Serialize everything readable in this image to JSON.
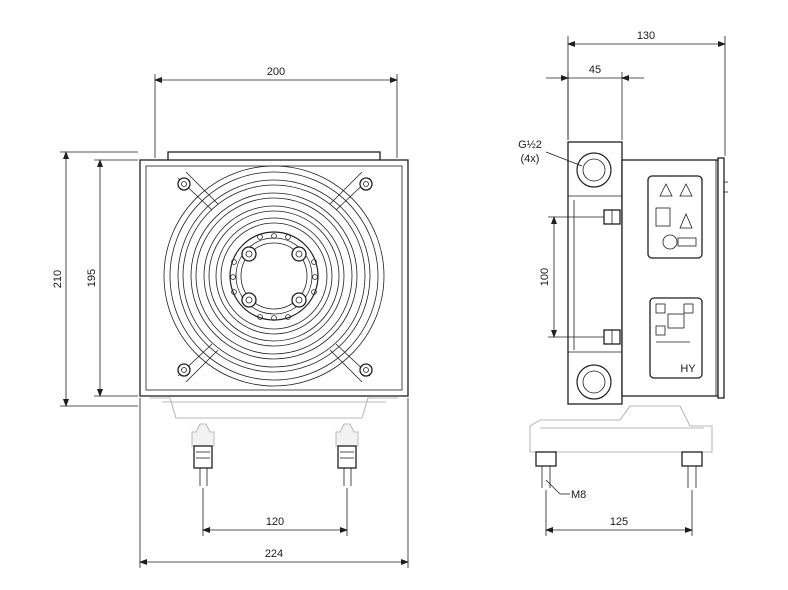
{
  "front_view": {
    "dim_width_top": "200",
    "dim_height_outer": "210",
    "dim_height_inner": "195",
    "dim_mount_spacing": "120",
    "dim_width_base": "224"
  },
  "side_view": {
    "dim_depth_total": "130",
    "dim_port_offset": "45",
    "dim_port_spacing": "100",
    "dim_foot_spacing": "125",
    "port_label": "G½2",
    "port_count": "(4x)",
    "thread_label": "M8",
    "panel_code": "HY"
  }
}
